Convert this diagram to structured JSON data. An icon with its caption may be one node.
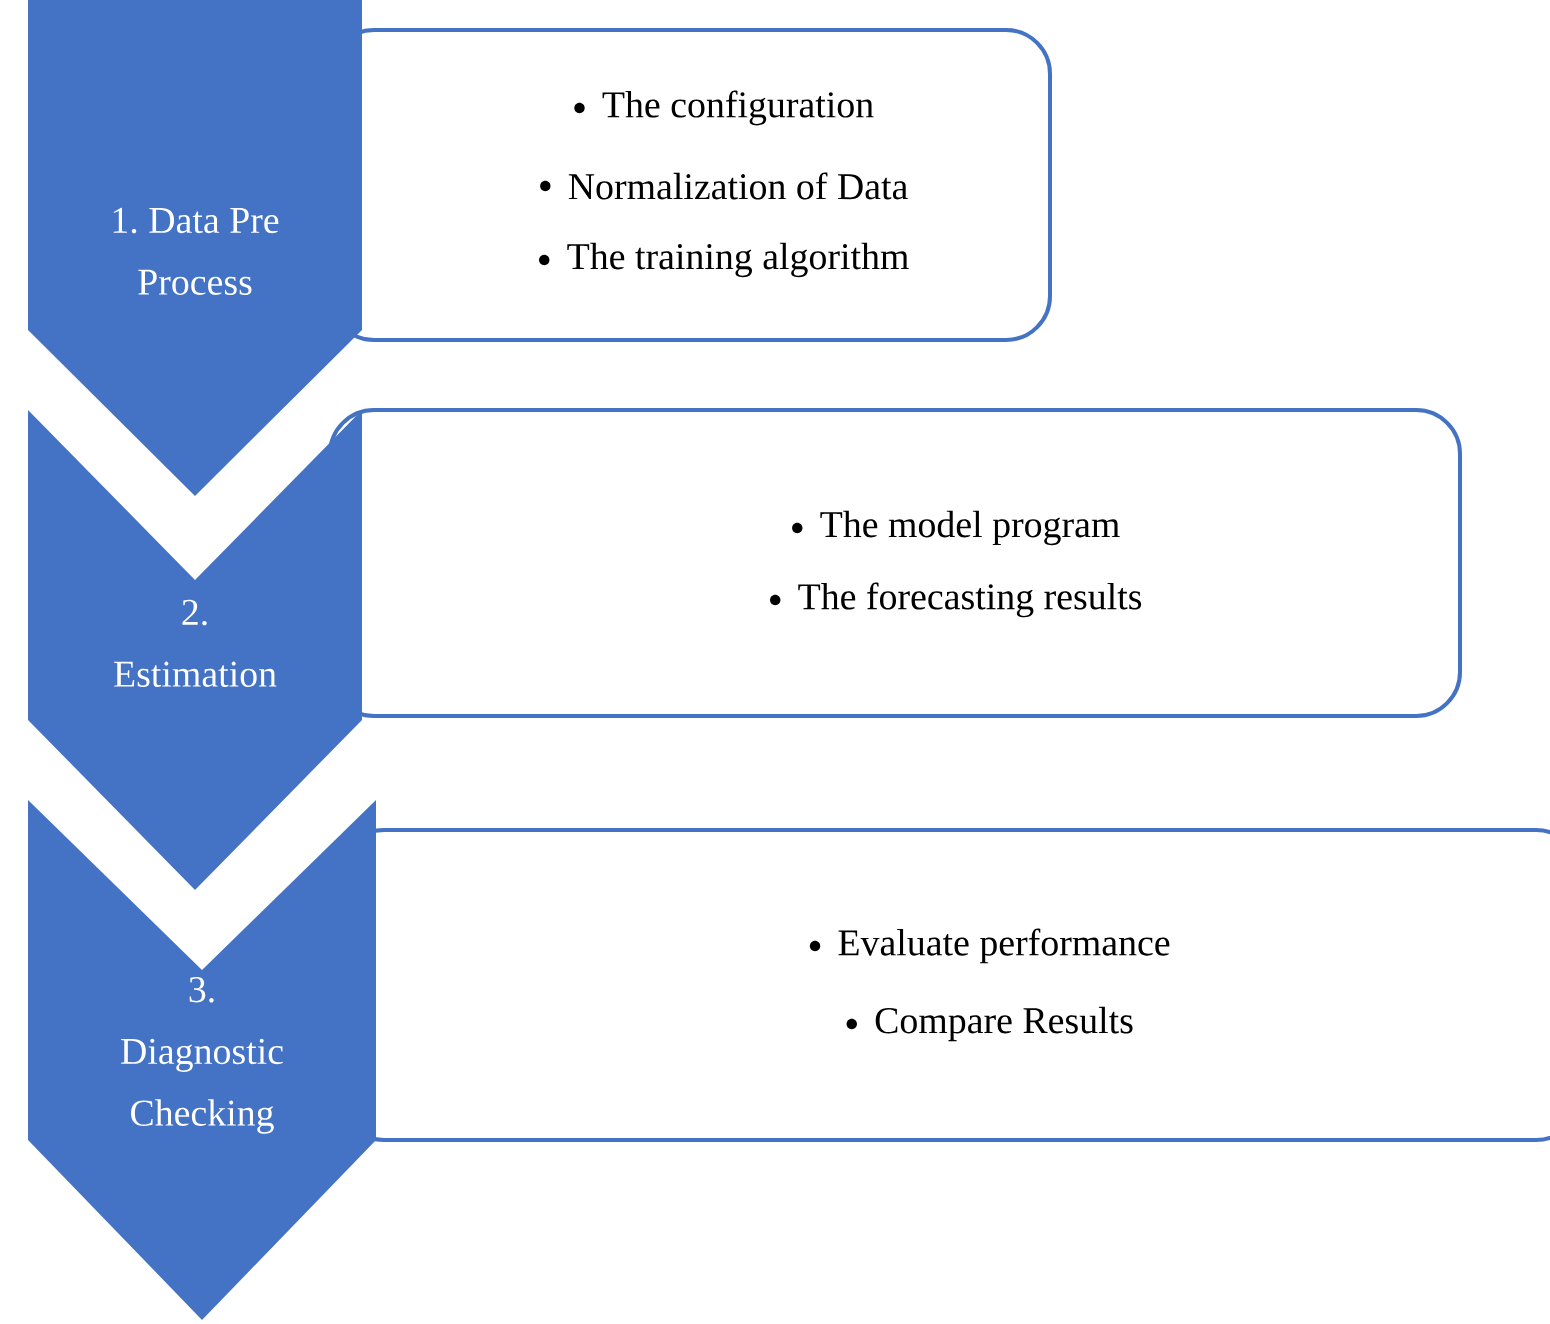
{
  "diagram": {
    "nodes": [
      {
        "text": [
          "1. Data Pre Process"
        ]
      },
      {
        "text": [
          "The configuration",
          "Normalization of Data",
          "The training algorithm"
        ]
      },
      {
        "text": [
          "2. Estimation"
        ]
      },
      {
        "text": [
          "The model program",
          "The forecasting results"
        ]
      },
      {
        "text": [
          "3. Diagnostic Checking"
        ]
      },
      {
        "text": [
          "Evaluate performance",
          "Compare Results"
        ]
      }
    ]
  }
}
